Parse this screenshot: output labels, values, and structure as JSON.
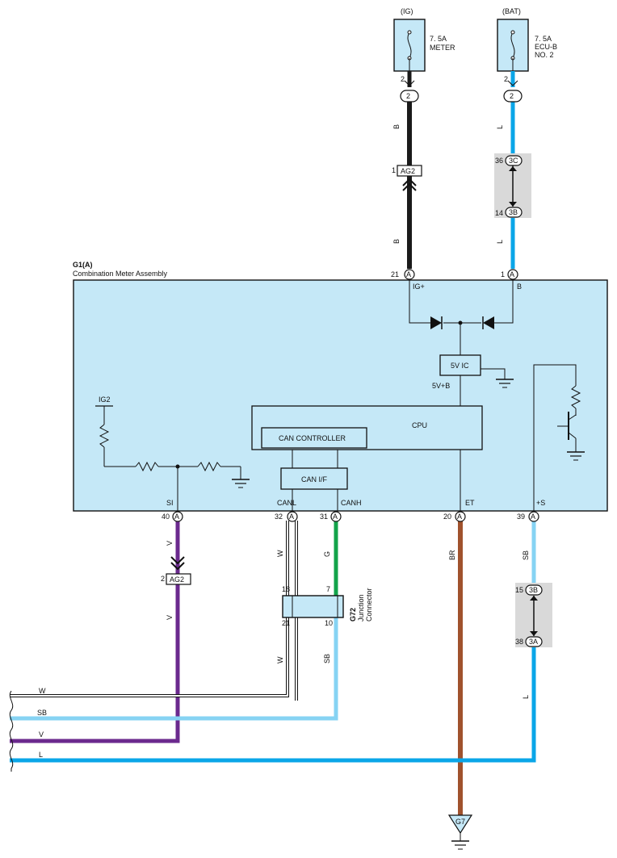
{
  "fuses": {
    "ig": {
      "source": "(IG)",
      "rating": "7. 5A",
      "name": "METER",
      "pin": "2",
      "connector": "2"
    },
    "bat": {
      "source": "(BAT)",
      "rating": "7. 5A",
      "name1": "ECU-B",
      "name2": "NO. 2",
      "pin": "2",
      "connector": "2"
    }
  },
  "connectors": {
    "ag2_top": {
      "pin": "1",
      "name": "AG2"
    },
    "ag2_bottom": {
      "pin": "2",
      "name": "AG2"
    },
    "c3c": {
      "pin": "36",
      "name": "3C"
    },
    "c3b_top": {
      "pin": "14",
      "name": "3B"
    },
    "c3b_bot": {
      "pin": "15",
      "name": "3B"
    },
    "c3a": {
      "pin": "38",
      "name": "3A"
    }
  },
  "component": {
    "id": "G1(A)",
    "name": "Combination Meter Assembly",
    "pins_top": {
      "ig_plus": {
        "num": "21",
        "conn": "A",
        "label": "IG+"
      },
      "b": {
        "num": "1",
        "conn": "A",
        "label": "B"
      }
    },
    "pins_bottom": {
      "si": {
        "num": "40",
        "conn": "A",
        "label": "SI"
      },
      "canl": {
        "num": "32",
        "conn": "A",
        "label": "CANL"
      },
      "canh": {
        "num": "31",
        "conn": "A",
        "label": "CANH"
      },
      "et": {
        "num": "20",
        "conn": "A",
        "label": "ET"
      },
      "s": {
        "num": "39",
        "conn": "A",
        "label": "+S"
      }
    },
    "blocks": {
      "ic": "5V IC",
      "ic_out": "5V+B",
      "cpu": "CPU",
      "can_controller": "CAN CONTROLLER",
      "can_if": "CAN I/F",
      "ig2": "IG2"
    }
  },
  "junction": {
    "id": "G72",
    "name1": "Junction",
    "name2": "Connector",
    "pins": {
      "p18": "18",
      "p7": "7",
      "p21": "21",
      "p10": "10"
    }
  },
  "wire_colors": {
    "w_b_1": "B",
    "w_b_2": "B",
    "w_l_1": "L",
    "w_l_2": "L",
    "w_v_1": "V",
    "w_v_2": "V",
    "w_w_1": "W",
    "w_w_2": "W",
    "w_g": "G",
    "w_sb_1": "SB",
    "w_br": "BR",
    "w_sb_2": "SB",
    "w_l_3": "L"
  },
  "outputs": {
    "w": "W",
    "sb": "SB",
    "v": "V",
    "l": "L"
  },
  "ground": {
    "id": "G7"
  },
  "colors": {
    "black": "#1a1a1a",
    "blue": "#0aa6e8",
    "light_blue": "#86d3f3",
    "violet": "#6b2a8e",
    "green": "#12a34a",
    "brown": "#a0522d",
    "white_wire": "#ffffff",
    "box": "#c5e8f7",
    "splice_gray": "#d9d9d9"
  }
}
